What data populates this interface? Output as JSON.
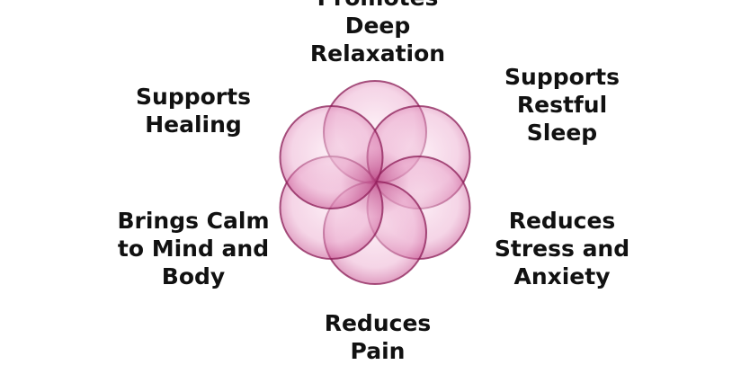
{
  "labels": {
    "top": [
      "Promotes",
      "Deep",
      "Relaxation"
    ],
    "top_right": [
      "Supports",
      "Restful",
      "Sleep"
    ],
    "right": [
      "Reduces",
      "Stress and",
      "Anxiety"
    ],
    "bottom": [
      "Reduces",
      "Pain"
    ],
    "left": [
      "Brings Calm",
      "to Mind and",
      "Body"
    ],
    "top_left": [
      "Supports",
      "Healing"
    ]
  },
  "colors": {
    "petal_fill": "#e8a3c8",
    "petal_stroke": "#8a1c55",
    "text": "#111111"
  }
}
